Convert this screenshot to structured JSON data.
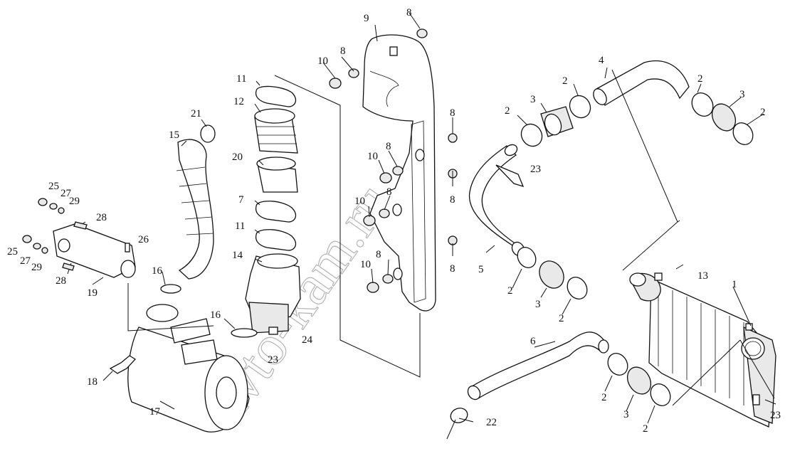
{
  "watermark": "avto-kam.ru",
  "labels": {
    "l1": "1",
    "l2a": "2",
    "l2b": "2",
    "l2c": "2",
    "l2d": "2",
    "l2e": "2",
    "l2f": "2",
    "l2g": "2",
    "l2h": "2",
    "l3a": "3",
    "l3b": "3",
    "l3c": "3",
    "l4": "4",
    "l5": "5",
    "l6": "6",
    "l7": "7",
    "l8a": "8",
    "l8b": "8",
    "l8c": "8",
    "l8d": "8",
    "l8e": "8",
    "l8f": "8",
    "l8g": "8",
    "l8h": "8",
    "l9": "9",
    "l10a": "10",
    "l10b": "10",
    "l10c": "10",
    "l10d": "10",
    "l11a": "11",
    "l11b": "11",
    "l12": "12",
    "l13": "13",
    "l14": "14",
    "l15": "15",
    "l16a": "16",
    "l16b": "16",
    "l17": "17",
    "l18": "18",
    "l19": "19",
    "l20": "20",
    "l21": "21",
    "l22": "22",
    "l23a": "23",
    "l23b": "23",
    "l23c": "23",
    "l24": "24",
    "l25a": "25",
    "l25b": "25",
    "l26": "26",
    "l27a": "27",
    "l27b": "27",
    "l28a": "28",
    "l28b": "28",
    "l29a": "29",
    "l29b": "29"
  }
}
